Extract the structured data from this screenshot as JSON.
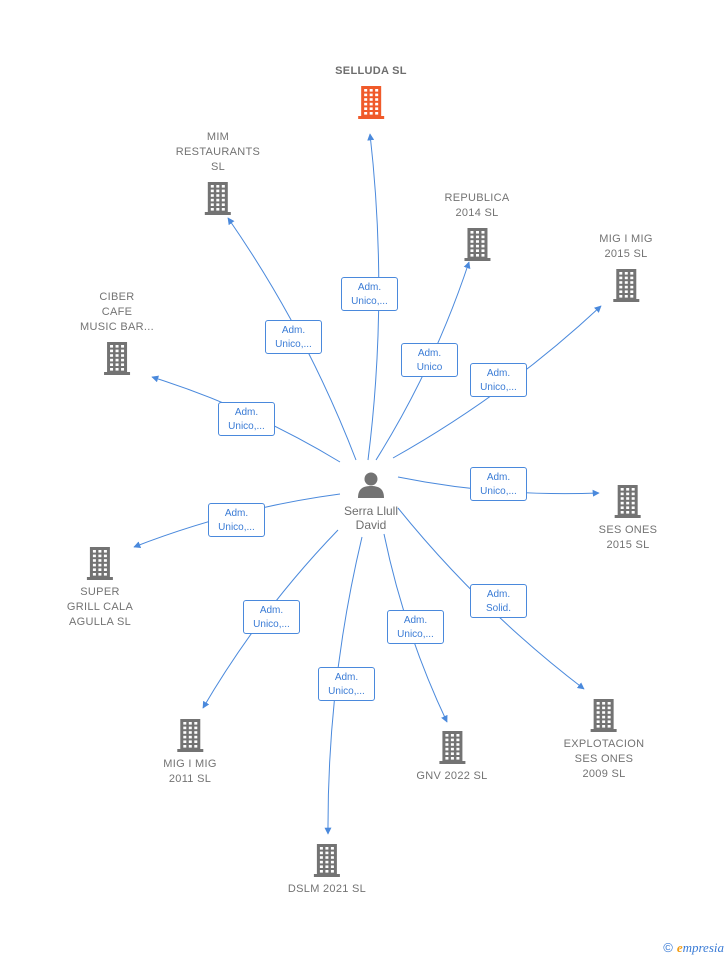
{
  "center": {
    "name": "Serra Llull\nDavid",
    "icon": "person-icon"
  },
  "colors": {
    "edge": "#4a89dc",
    "node": "#737373",
    "highlight": "#f05a2a"
  },
  "nodes": [
    {
      "id": "selluda",
      "label": "SELLUDA  SL",
      "highlight": true,
      "role": "Adm.\nUnico,..."
    },
    {
      "id": "mim-restaurants",
      "label": "MIM\nRESTAURANTS\nSL",
      "role": "Adm.\nUnico,..."
    },
    {
      "id": "republica-2014",
      "label": "REPUBLICA\n2014  SL",
      "role": "Adm.\nUnico"
    },
    {
      "id": "mig-i-mig-2015",
      "label": "MIG I MIG\n2015  SL",
      "role": "Adm.\nUnico,..."
    },
    {
      "id": "ciber-cafe",
      "label": "CIBER\nCAFE\nMUSIC BAR...",
      "role": "Adm.\nUnico,..."
    },
    {
      "id": "ses-ones-2015",
      "label": "SES ONES\n2015  SL",
      "role": "Adm.\nUnico,..."
    },
    {
      "id": "super-grill",
      "label": "SUPER\nGRILL CALA\nAGULLA  SL",
      "role": "Adm.\nUnico,..."
    },
    {
      "id": "explotacion-ses-ones",
      "label": "EXPLOTACION\nSES ONES\n2009 SL",
      "role": "Adm.\nSolid."
    },
    {
      "id": "mig-i-mig-2011",
      "label": "MIG I MIG\n2011 SL",
      "role": "Adm.\nUnico,..."
    },
    {
      "id": "gnv-2022",
      "label": "GNV 2022  SL",
      "role": "Adm.\nUnico,..."
    },
    {
      "id": "dslm-2021",
      "label": "DSLM 2021  SL",
      "role": "Adm.\nUnico,..."
    }
  ],
  "brand": {
    "copyright": "©",
    "first": "e",
    "rest": "mpresia"
  }
}
